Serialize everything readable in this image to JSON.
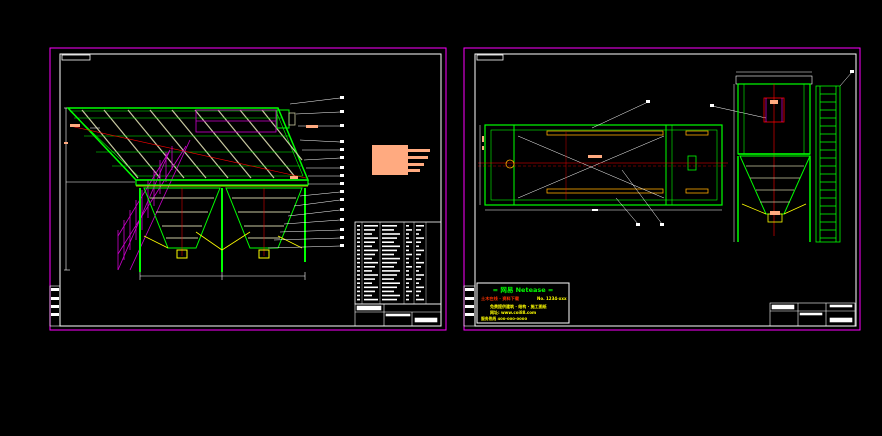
{
  "colors": {
    "background": "#000000",
    "sheet_border": "#ff00ff",
    "frame": "#ffffff",
    "structure": "#00ff00",
    "grid_lines": "#c8c8a0",
    "guide_lines": "#ff0000",
    "tags": "#ffaa80",
    "bracing": "#cc00cc",
    "beams": "#ffff00",
    "dimension": "#ff9900",
    "watermark_text": "#00ff00",
    "watermark_subtext": "#ffff00"
  },
  "sheets": [
    {
      "name": "sheet-left",
      "view": "hopper-elevation"
    },
    {
      "name": "sheet-right",
      "view": "plan-and-side-view"
    }
  ],
  "watermark": {
    "title": "= 网易 Netease =",
    "line1": "土木在线 · 资料下载",
    "line1_right": "No. 1234-xxx",
    "line2": "免费提供建筑 · 结构 · 施工图纸",
    "line3": "网址: www.coi88.com",
    "line4": "服务热线 400-000-0000"
  }
}
